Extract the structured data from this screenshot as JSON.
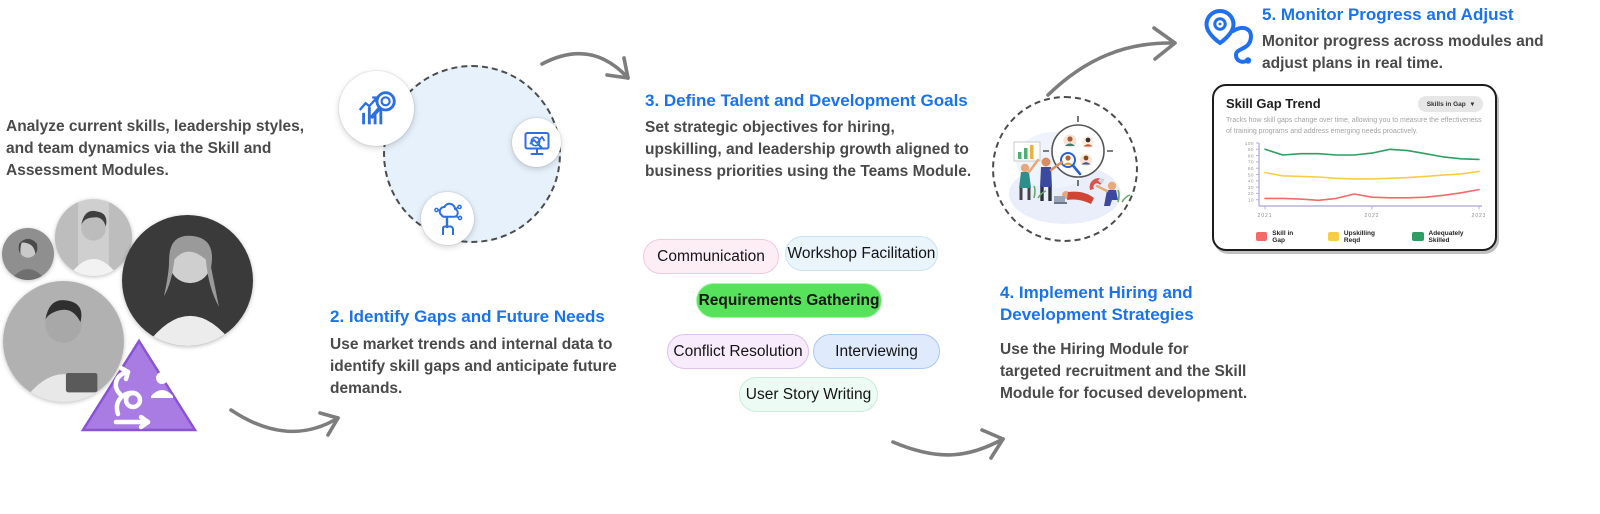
{
  "steps": {
    "step1": {
      "body": "Analyze current skills, leadership styles, and team dynamics via the Skill and Assessment Modules."
    },
    "step2": {
      "title": "2. Identify Gaps and Future Needs",
      "body": "Use market trends and internal data to identify skill gaps and anticipate future demands."
    },
    "step3": {
      "title": "3. Define Talent and Development Goals",
      "body": "Set strategic objectives for hiring, upskilling, and leadership growth aligned to business priorities using the Teams Module."
    },
    "step4": {
      "title": "4. Implement Hiring and Development Strategies",
      "body": "Use the Hiring Module for targeted recruitment and the Skill Module for focused development."
    },
    "step5": {
      "title": "5. Monitor Progress and Adjust",
      "body": "Monitor progress across modules and adjust plans in real time."
    }
  },
  "pills": [
    {
      "label": "Communication",
      "bg": "#fdeef5",
      "border": "#f0c9db",
      "highlight": false
    },
    {
      "label": "Workshop Facilitation",
      "bg": "#eaf4fb",
      "border": "#cde2f1",
      "highlight": false
    },
    {
      "label": "Requirements Gathering",
      "bg": "#57e25b",
      "border": "#a9f2a9",
      "highlight": true
    },
    {
      "label": "Conflict Resolution",
      "bg": "#f7ebfc",
      "border": "#dcc2ee",
      "highlight": false
    },
    {
      "label": "Interviewing",
      "bg": "#dfeafc",
      "border": "#a9c9f2",
      "highlight": false
    },
    {
      "label": "User Story Writing",
      "bg": "#ecfcf4",
      "border": "#c7ecd9",
      "highlight": false
    }
  ],
  "chart_card": {
    "title": "Skill Gap Trend",
    "filter_button": "Skills in Gap",
    "chevron": "▾",
    "subtitle": "Tracks how skill gaps change over time, allowing you to measure the effectiveness of training programs and address emerging needs proactively."
  },
  "chart_data": {
    "type": "line",
    "title": "Skill Gap Trend",
    "x_labels": [
      "2021",
      "2022",
      "2023"
    ],
    "yticks": [
      10,
      20,
      30,
      40,
      50,
      60,
      70,
      80,
      90,
      100
    ],
    "ylim": [
      0,
      100
    ],
    "grid": false,
    "legend_position": "bottom",
    "axis_color": "#b5b2de",
    "series": [
      {
        "name": "Skill in Gap",
        "color": "#f4696a",
        "values": [
          12,
          12,
          11,
          9,
          12,
          19,
          14,
          13,
          13,
          14,
          17,
          21,
          26
        ]
      },
      {
        "name": "Upskilling Reqd",
        "color": "#f6ce46",
        "values": [
          53,
          48,
          47,
          46,
          44,
          43,
          43,
          44,
          45,
          47,
          49,
          51,
          55
        ]
      },
      {
        "name": "Adequately Skilled",
        "color": "#2f9e62",
        "values": [
          90,
          81,
          83,
          83,
          81,
          81,
          84,
          90,
          88,
          83,
          78,
          75,
          74
        ]
      }
    ]
  },
  "colors": {
    "heading_blue": "#1a73e8",
    "body_gray": "#4a4a4a",
    "triangle_purple": "#a87ce3",
    "icon_blue": "#2e6fe0",
    "highlight_green": "#57e25b"
  }
}
